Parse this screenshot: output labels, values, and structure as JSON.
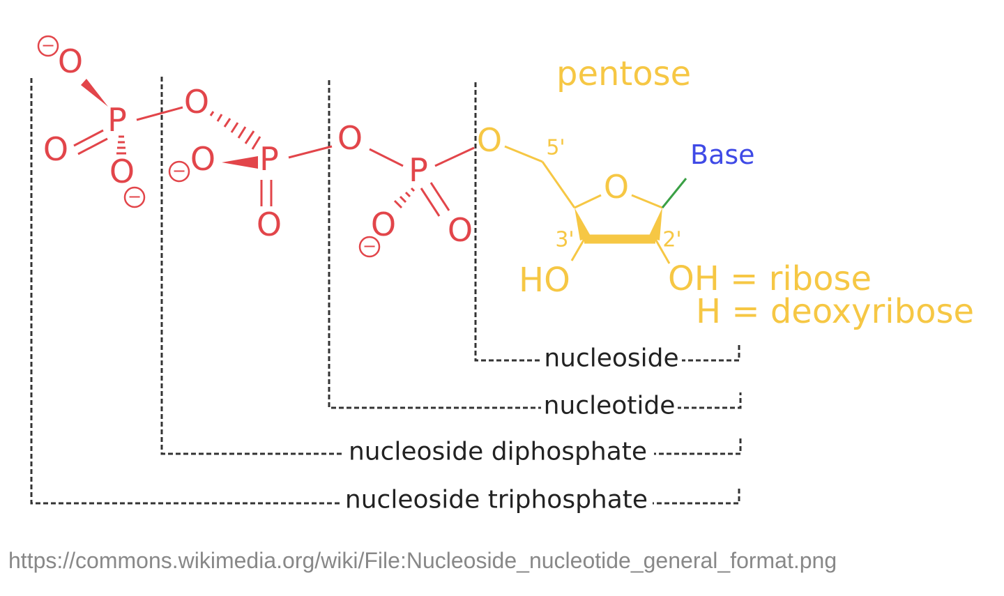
{
  "colors": {
    "phosphate": "#e2454a",
    "pentose": "#f6c744",
    "base": "#3f4ae6",
    "base_bond": "#3aa045",
    "bracket": "#333333",
    "source": "#888888"
  },
  "molecule": {
    "phosphate_group": {
      "oxygen": "O",
      "phosphorus": "P",
      "charge": "−"
    },
    "pentose": {
      "label": "pentose",
      "ring_oxygen": "O",
      "ester_oxygen": "O",
      "carbon_5": "5'",
      "carbon_3": "3'",
      "carbon_2": "2'",
      "hydroxyl_3": "HO",
      "substituent_2_ribose": "OH = ribose",
      "substituent_2_deoxyribose": "H = deoxyribose"
    },
    "base": {
      "label": "Base"
    }
  },
  "brackets": {
    "nucleoside": "nucleoside",
    "nucleotide": "nucleotide",
    "nucleoside_diphosphate": "nucleoside diphosphate",
    "nucleoside_triphosphate": "nucleoside triphosphate"
  },
  "source": {
    "url": "https://commons.wikimedia.org/wiki/File:Nucleoside_nucleotide_general_format.png"
  }
}
